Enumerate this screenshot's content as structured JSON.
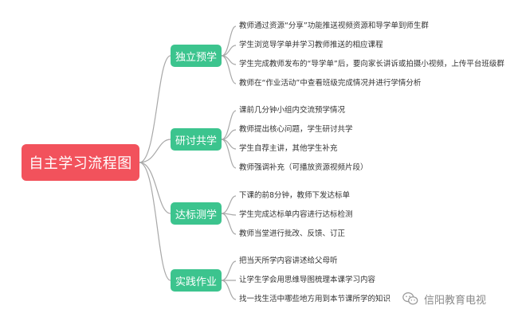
{
  "root": {
    "label": "自主学习流程图"
  },
  "branches": [
    {
      "label": "独立预学",
      "items": [
        "教师通过资源“分享”功能推送视频资源和导学单到师生群",
        "学生浏览导学单并学习教师推送的相应课程",
        "学生完成教师发布的“导学单”后，要向家长讲诉或拍摄小视频，上传平台班级群",
        "教师在“作业活动”中查看班级完成情况并进行学情分析"
      ]
    },
    {
      "label": "研讨共学",
      "items": [
        "课前几分钟小组内交流预学情况",
        "教师提出核心问题，学生研讨共学",
        "学生自荐主讲，其他学生补充",
        "教师强调补充（可播放资源视频片段）"
      ]
    },
    {
      "label": "达标测学",
      "items": [
        "下课的前8分钟，教师下发达标单",
        "学生完成达标单内容进行达标检测",
        "教师当堂进行批改、反馈、订正"
      ]
    },
    {
      "label": "实践作业",
      "items": [
        "把当天所学内容讲述给父母听",
        "让学生学会用思维导图梳理本课学习内容",
        "找一找生活中哪些地方用到本节课所学的知识"
      ]
    }
  ],
  "watermark": {
    "text": "信阳教育电视",
    "icon": "wechat-icon"
  },
  "colors": {
    "root": "#f2525c",
    "branch": "#3cc48e",
    "line": "#a8a8a8"
  }
}
